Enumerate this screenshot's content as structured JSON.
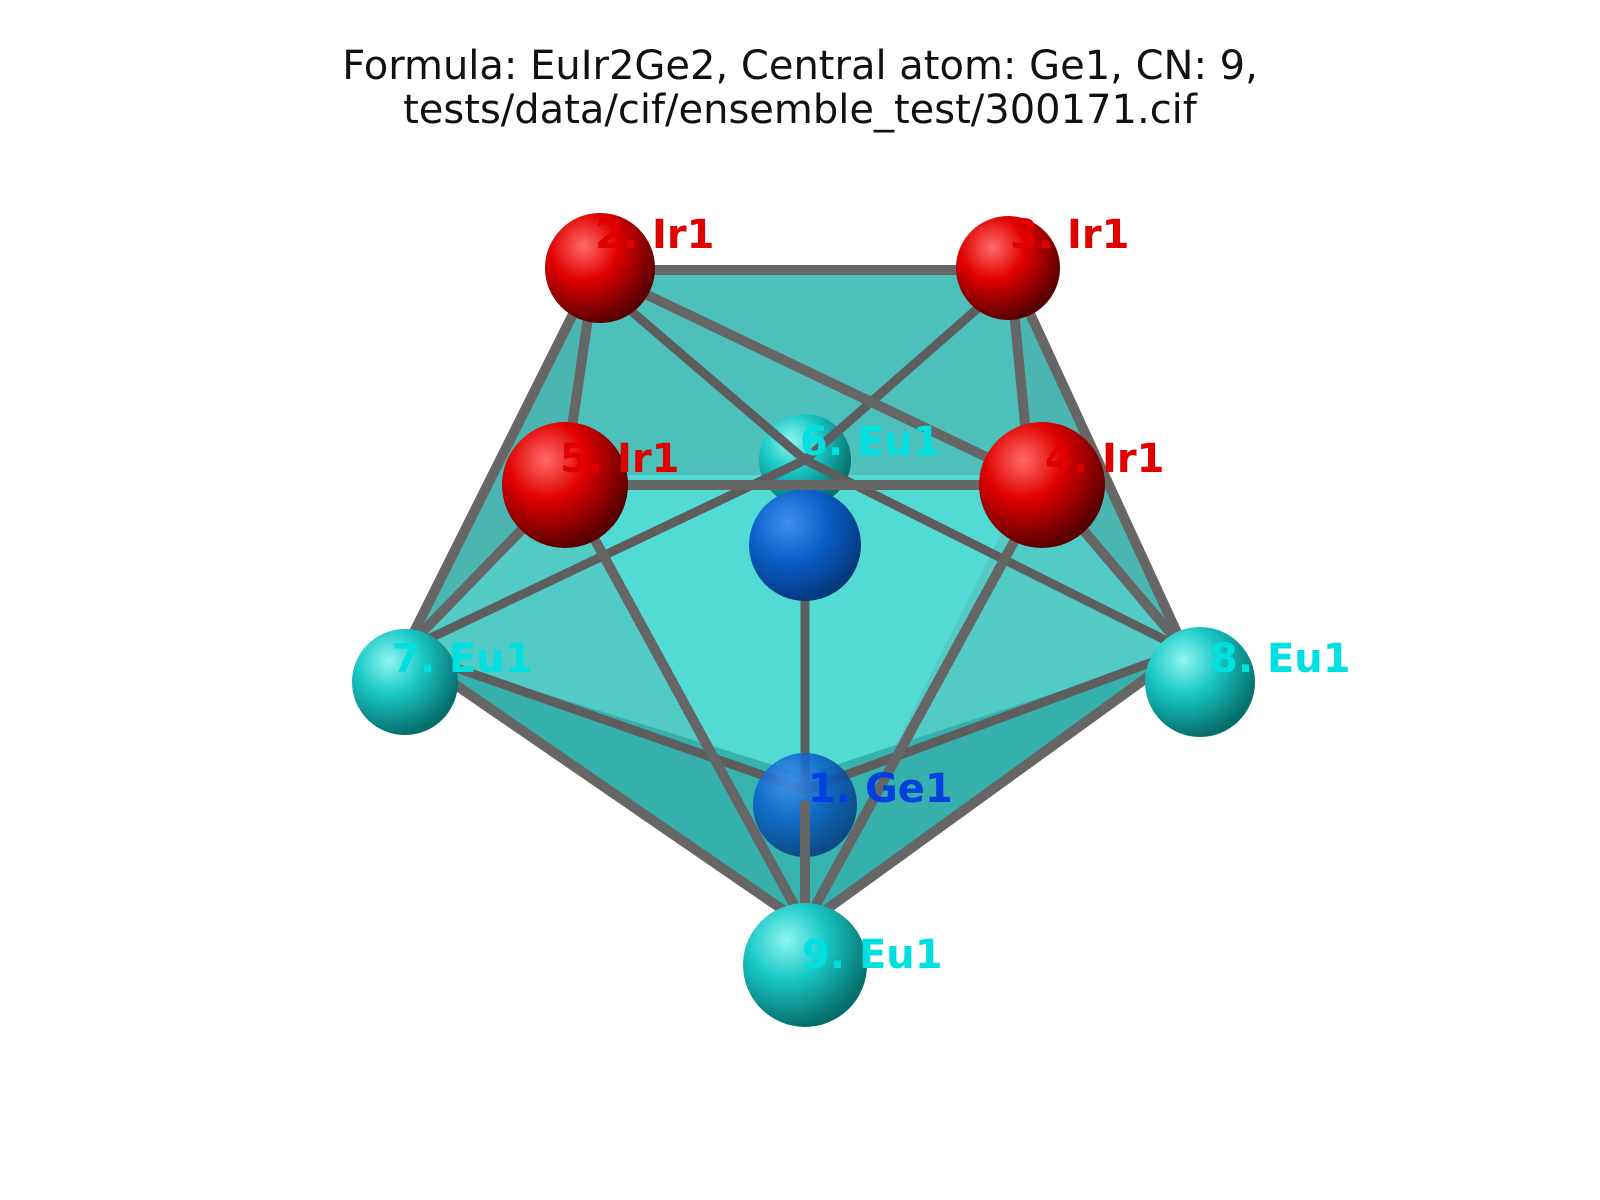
{
  "title": {
    "line1": "Formula: EuIr2Ge2, Central atom: Ge1, CN: 9,",
    "line2": "tests/data/cif/ensemble_test/300171.cif"
  },
  "colors": {
    "ir": "#e00000",
    "eu": "#00e0e0",
    "ge": "#0040e0",
    "ge_sphere": "#0a5fc8",
    "polyhedron": "#2fb5b0",
    "bond": "#6a6a6a"
  },
  "atoms": [
    {
      "id": 1,
      "label": "1. Ge1",
      "element": "Ge"
    },
    {
      "id": 2,
      "label": "2. Ir1",
      "element": "Ir"
    },
    {
      "id": 3,
      "label": "3. Ir1",
      "element": "Ir"
    },
    {
      "id": 4,
      "label": "4. Ir1",
      "element": "Ir"
    },
    {
      "id": 5,
      "label": "5. Ir1",
      "element": "Ir"
    },
    {
      "id": 6,
      "label": "6. Eu1",
      "element": "Eu"
    },
    {
      "id": 7,
      "label": "7. Eu1",
      "element": "Eu"
    },
    {
      "id": 8,
      "label": "8. Eu1",
      "element": "Eu"
    },
    {
      "id": 9,
      "label": "9. Eu1",
      "element": "Eu"
    }
  ]
}
